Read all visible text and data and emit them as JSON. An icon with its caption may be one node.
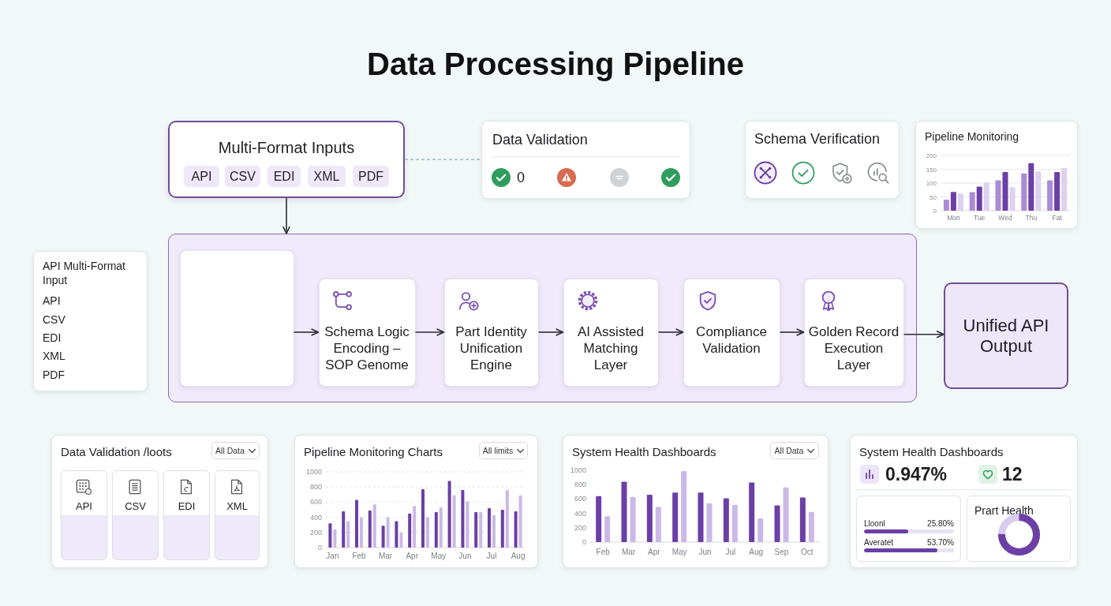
{
  "diagram": {
    "title": "Data Processing Pipeline",
    "nodes": [
      {
        "text": [
          "Multi-Format Inputs"
        ]
      },
      {
        "text": [
          "API"
        ],
        "in": 0
      },
      {
        "text": [
          "CSV"
        ],
        "in": 0
      },
      {
        "text": [
          "EDI"
        ],
        "in": 0
      },
      {
        "text": [
          "XML"
        ],
        "in": 0
      },
      {
        "text": [
          "PDF"
        ],
        "in": 0
      },
      {
        "text": [
          "Data Validation",
          "0"
        ]
      },
      {
        "text": [
          "Schema Verification"
        ]
      },
      {
        "text": [
          "Pipeline Monitoring"
        ]
      },
      {
        "text": [
          "API Multi-Format Input",
          "API",
          "CSV",
          "EDI",
          "XML",
          "PDF"
        ]
      },
      {
        "text": [],
        "shape": "box"
      },
      {
        "text": [],
        "shape": "box",
        "in": 10
      },
      {
        "text": [
          "Schema Logic Encoding – SOP Genome"
        ],
        "in": 10
      },
      {
        "text": [
          "Part Identity Unification Engine"
        ],
        "in": 10
      },
      {
        "text": [
          "AI Assisted Matching Layer"
        ],
        "in": 10
      },
      {
        "text": [
          "Compliance Validation"
        ],
        "in": 10
      },
      {
        "text": [
          "Golden Record Execution Layer"
        ],
        "in": 10
      },
      {
        "text": [
          "Unified API Output"
        ]
      },
      {
        "text": [
          "Data Validation /loots"
        ]
      },
      {
        "text": [
          "All Data"
        ],
        "in": 18
      },
      {
        "text": [
          "API"
        ],
        "in": 18
      },
      {
        "text": [
          "CSV"
        ],
        "in": 18
      },
      {
        "text": [
          "EDI"
        ],
        "in": 18
      },
      {
        "text": [
          "XML"
        ],
        "in": 18
      },
      {
        "text": [
          "Pipeline Monitoring Charts"
        ]
      },
      {
        "text": [
          "All limits"
        ],
        "in": 24
      },
      {
        "text": [
          "System Health Dashboards"
        ]
      },
      {
        "text": [
          "All Data"
        ],
        "in": 26
      },
      {
        "text": [
          "System Health Dashboards",
          "0.947%",
          "12"
        ]
      },
      {
        "text": [
          "Lloonl",
          "25.80%",
          "Averatet",
          "53.70%"
        ],
        "in": 28
      },
      {
        "text": [
          "Prart Health"
        ],
        "in": 28
      }
    ],
    "edges": [
      {
        "from": 0,
        "to": 6,
        "arrow": "none",
        "style": "dashed",
        "color": "#a6bac4"
      },
      {
        "from": 0,
        "to": 10,
        "arrow": "to"
      },
      {
        "from": 11,
        "to": 12,
        "arrow": "to"
      },
      {
        "from": 12,
        "to": 13,
        "arrow": "to"
      },
      {
        "from": 13,
        "to": 14,
        "arrow": "to"
      },
      {
        "from": 14,
        "to": 15,
        "arrow": "to"
      },
      {
        "from": 15,
        "to": 16,
        "arrow": "to"
      },
      {
        "from": 16,
        "to": 17,
        "arrow": "to"
      }
    ],
    "chart_data": [
      {
        "type": "bar",
        "categories": [
          "Mon",
          "Tue",
          "Wed",
          "Thu",
          "Fat"
        ],
        "series": [
          {
            "color": "#a98bd6",
            "values": [
              40,
              67,
              110,
              135,
              110
            ]
          },
          {
            "color": "#6b3fa6",
            "values": [
              68,
              87,
              140,
              172,
              140
            ]
          },
          {
            "color": "#ddd1f0",
            "values": [
              62,
              102,
              85,
              142,
              155
            ]
          }
        ],
        "ylim": [
          0,
          200
        ],
        "yticks": [
          0,
          50,
          100,
          150,
          200
        ],
        "grid": true
      },
      {
        "type": "bar",
        "categories": [
          "Jan",
          null,
          "Feb",
          null,
          "Mar",
          null,
          "Apr",
          null,
          "May",
          null,
          "Jun",
          null,
          "Jul",
          null,
          "Aug"
        ],
        "series": [
          {
            "color": "#6b3fa6",
            "values": [
              320,
              480,
              630,
              490,
              290,
              350,
              450,
              770,
              470,
              880,
              760,
              470,
              520,
              500,
              480
            ]
          },
          {
            "color": "#cbb8e8",
            "values": [
              240,
              350,
              400,
              570,
              400,
              200,
              550,
              400,
              530,
              690,
              610,
              470,
              430,
              760,
              690
            ]
          }
        ],
        "ylim": [
          0,
          1000
        ],
        "yticks": [
          0,
          200,
          400,
          600,
          800,
          1000
        ],
        "grid": true
      },
      {
        "type": "bar",
        "categories": [
          "Feb",
          "Mar",
          "Apr",
          "May",
          "Jun",
          "Jul",
          "Aug",
          "Sep",
          "Oct"
        ],
        "series": [
          {
            "color": "#6b3fa6",
            "values": [
              640,
              840,
              660,
              690,
              690,
              610,
              830,
              510,
              620
            ]
          },
          {
            "color": "#cbb8e8",
            "values": [
              360,
              630,
              490,
              990,
              540,
              520,
              330,
              760,
              420
            ]
          }
        ],
        "ylim": [
          0,
          1000
        ],
        "yticks": [
          0,
          200,
          400,
          600,
          800,
          1000
        ]
      }
    ]
  }
}
